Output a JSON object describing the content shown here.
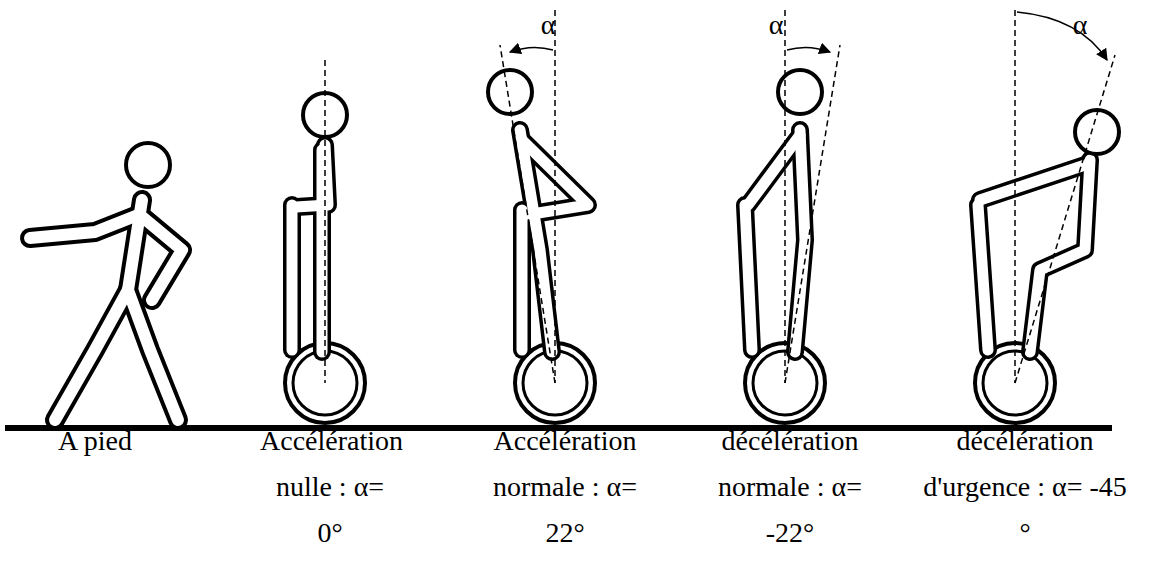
{
  "diagram": {
    "labels": [
      "α",
      "α",
      "α",
      "A pied",
      "Accélération nulle : α= 0°",
      "Accélération normale : α= 22°",
      "décélération normale : α= -22°",
      "décélération d'urgence : α= -45 °"
    ]
  }
}
